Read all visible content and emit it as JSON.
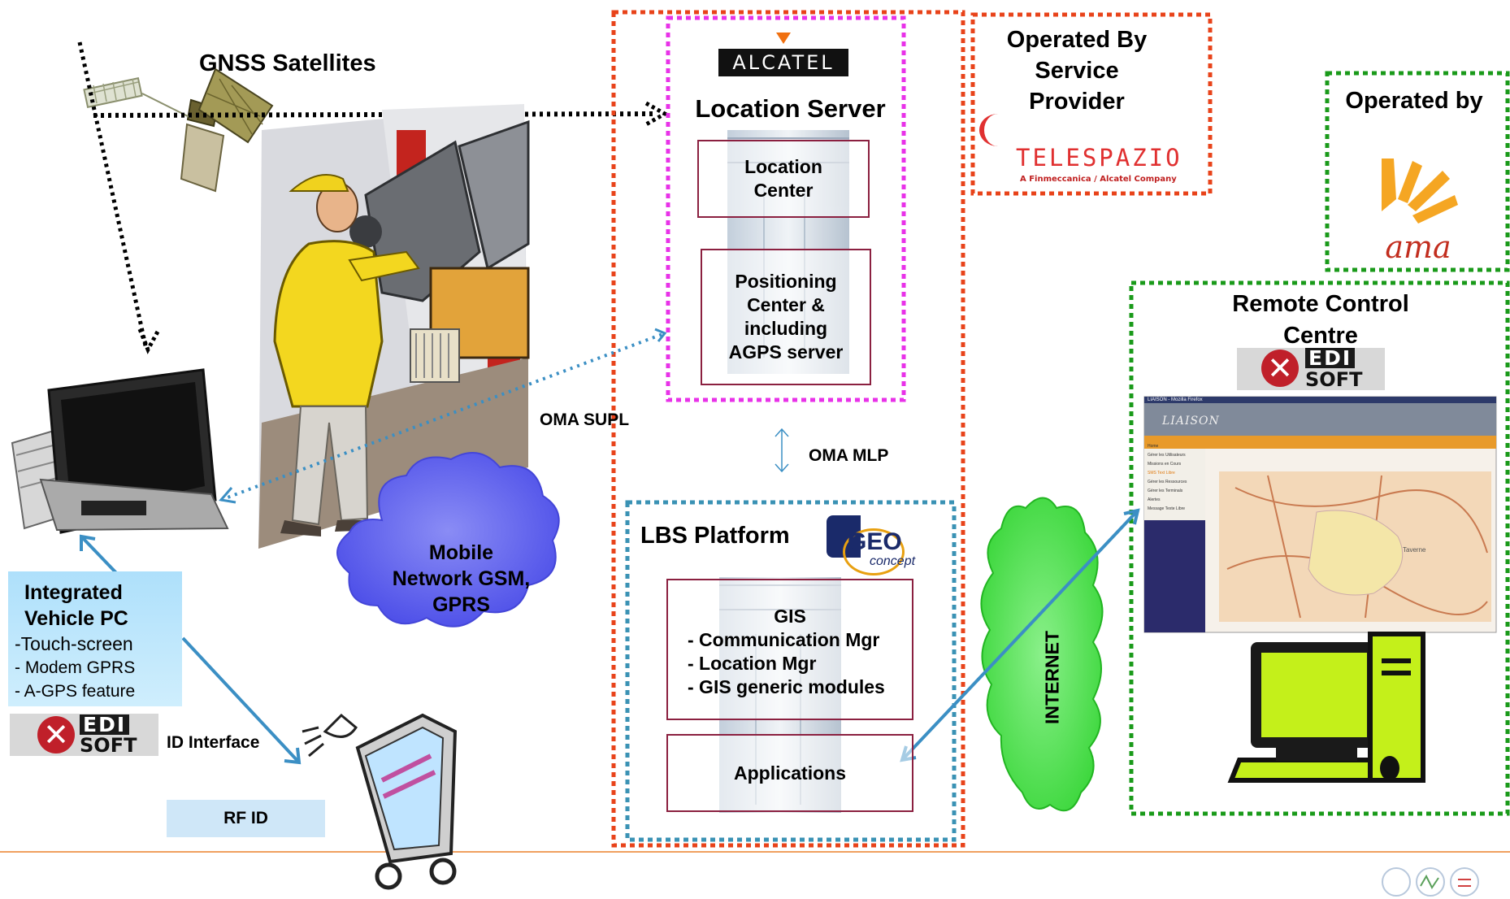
{
  "satellites": {
    "label": "GNSS Satellites"
  },
  "location_server": {
    "logo": "ALCATEL",
    "title": "Location Server",
    "location_center": "Location Center",
    "positioning_center": "Positioning Center & including AGPS server"
  },
  "service_provider": {
    "title": "Operated By Service Provider",
    "logo": "TELESPAZIO",
    "logo_tagline": "A Finmeccanica / Alcatel Company"
  },
  "operator": {
    "title": "Operated by",
    "logo": "ama"
  },
  "remote_centre": {
    "title": "Remote Control Centre",
    "screen": {
      "window_title": "LIAISON - Mozilla Firefox",
      "banner": "LIAISON",
      "menu": [
        "Home",
        "Gérer les Utilisateurs",
        "Missions en Cours",
        "SMS Text Libre",
        "Gérer les Ressources",
        "Gérer les Terminals",
        "Alertes",
        "Message Texte Libre"
      ],
      "map_place": "Taverne"
    }
  },
  "edisoft_logo": {
    "line1": "EDI",
    "line2": "SOFT"
  },
  "protocols": {
    "supl": "OMA SUPL",
    "mlp": "OMA MLP"
  },
  "mobile_network": {
    "label": "Mobile Network GSM, GPRS"
  },
  "internet": {
    "label": "INTERNET"
  },
  "lbs_platform": {
    "title": "LBS Platform",
    "logo_main": "GEO",
    "logo_sub": "concept",
    "gis_box": [
      "GIS",
      "- Communication Mgr",
      "- Location Mgr",
      "- GIS generic modules"
    ],
    "applications": "Applications"
  },
  "vehicle_pc": {
    "title": "Integrated Vehicle PC",
    "features": [
      "-Touch-screen",
      "- Modem GPRS",
      "- A-GPS feature"
    ]
  },
  "rfid": {
    "interface": "ID Interface",
    "label": "RF ID"
  },
  "colors": {
    "red_dots": "#e8431a",
    "magenta_dots": "#e832e8",
    "green_dots": "#1a9a1a",
    "blue_dots": "#3a92b4",
    "arrow": "#3b8fc4",
    "bottom_rule": "#f0a060"
  }
}
